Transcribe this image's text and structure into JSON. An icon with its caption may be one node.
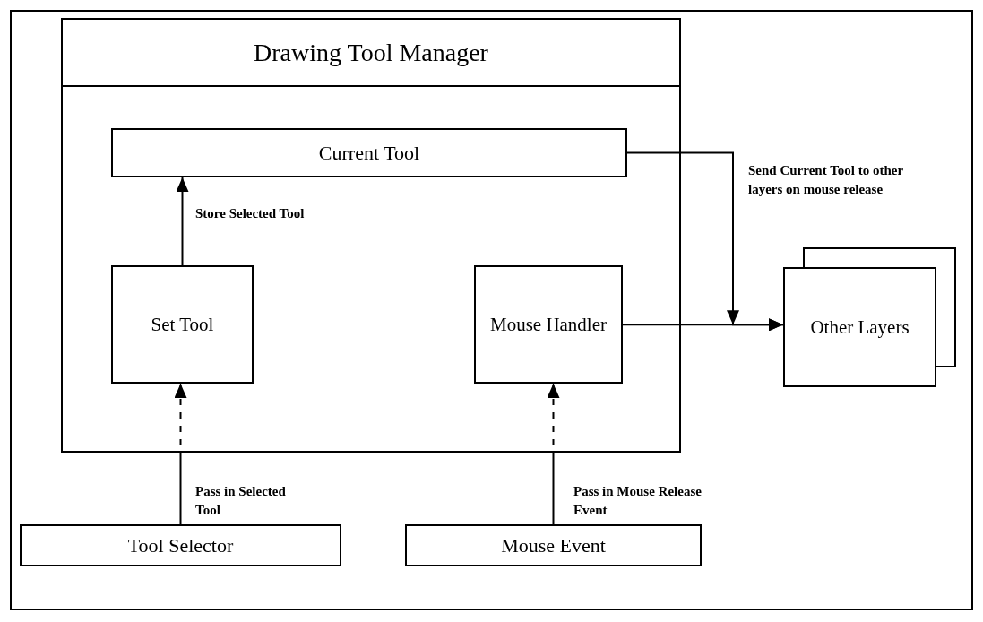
{
  "diagram": {
    "nodes": [
      {
        "text": [
          "Drawing Tool Manager"
        ]
      },
      {
        "text": [
          "Current Tool"
        ],
        "in": 0
      },
      {
        "text": [
          "Set Tool"
        ],
        "in": 0
      },
      {
        "text": [
          "Mouse Handler"
        ],
        "in": 0
      },
      {
        "text": [
          "Other Layers"
        ]
      },
      {
        "text": [
          "Tool Selector"
        ]
      },
      {
        "text": [
          "Mouse Event"
        ]
      }
    ],
    "edges": [
      {
        "from": 2,
        "to": 1,
        "arrow": "to",
        "label": "Store Selected Tool"
      },
      {
        "from": 1,
        "to": 4,
        "arrow": "to",
        "label": "Send Current Tool to other layers on mouse release"
      },
      {
        "from": 3,
        "to": 4,
        "arrow": "to"
      },
      {
        "from": 5,
        "to": 2,
        "arrow": "to",
        "style": "dashed",
        "label": "Pass in Selected Tool"
      },
      {
        "from": 6,
        "to": 3,
        "arrow": "to",
        "style": "dashed",
        "label": "Pass in Mouse Release Event"
      }
    ]
  }
}
